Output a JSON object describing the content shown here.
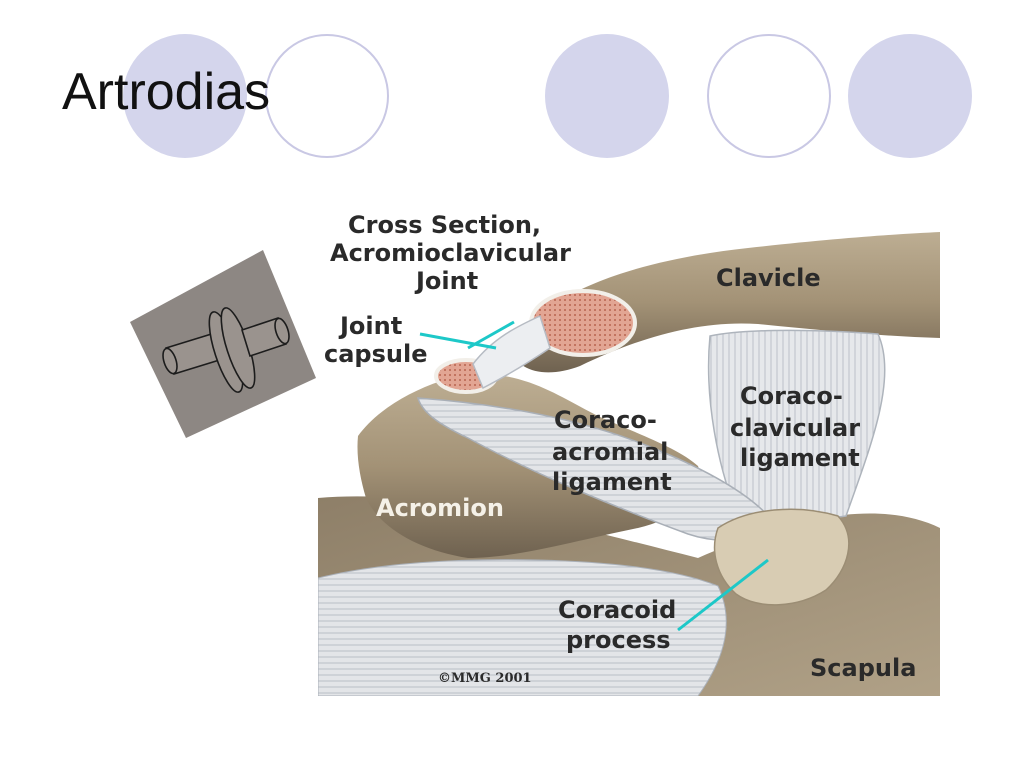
{
  "slide": {
    "title": "Artrodias"
  },
  "illustration": {
    "heading_lines": [
      "Cross Section,",
      "Acromioclavicular",
      "Joint"
    ],
    "labels": {
      "clavicle": "Clavicle",
      "joint_capsule": [
        "Joint",
        "capsule"
      ],
      "coracoclavicular": [
        "Coraco-",
        "clavicular",
        "ligament"
      ],
      "coracoacromial": [
        "Coraco-",
        "acromial",
        "ligament"
      ],
      "acromion": "Acromion",
      "coracoid": [
        "Coracoid",
        "process"
      ],
      "scapula": "Scapula"
    },
    "copyright": "©MMG 2001"
  },
  "colors": {
    "accent_circle_fill": "#d4d5ec",
    "accent_circle_stroke": "#c9c8e4",
    "bone": "#a08f74",
    "ligament": "#dfe1e4",
    "cartilage": "#d68f7a",
    "leader_line": "#1dc8c8",
    "inset_bg": "#8d8783"
  }
}
